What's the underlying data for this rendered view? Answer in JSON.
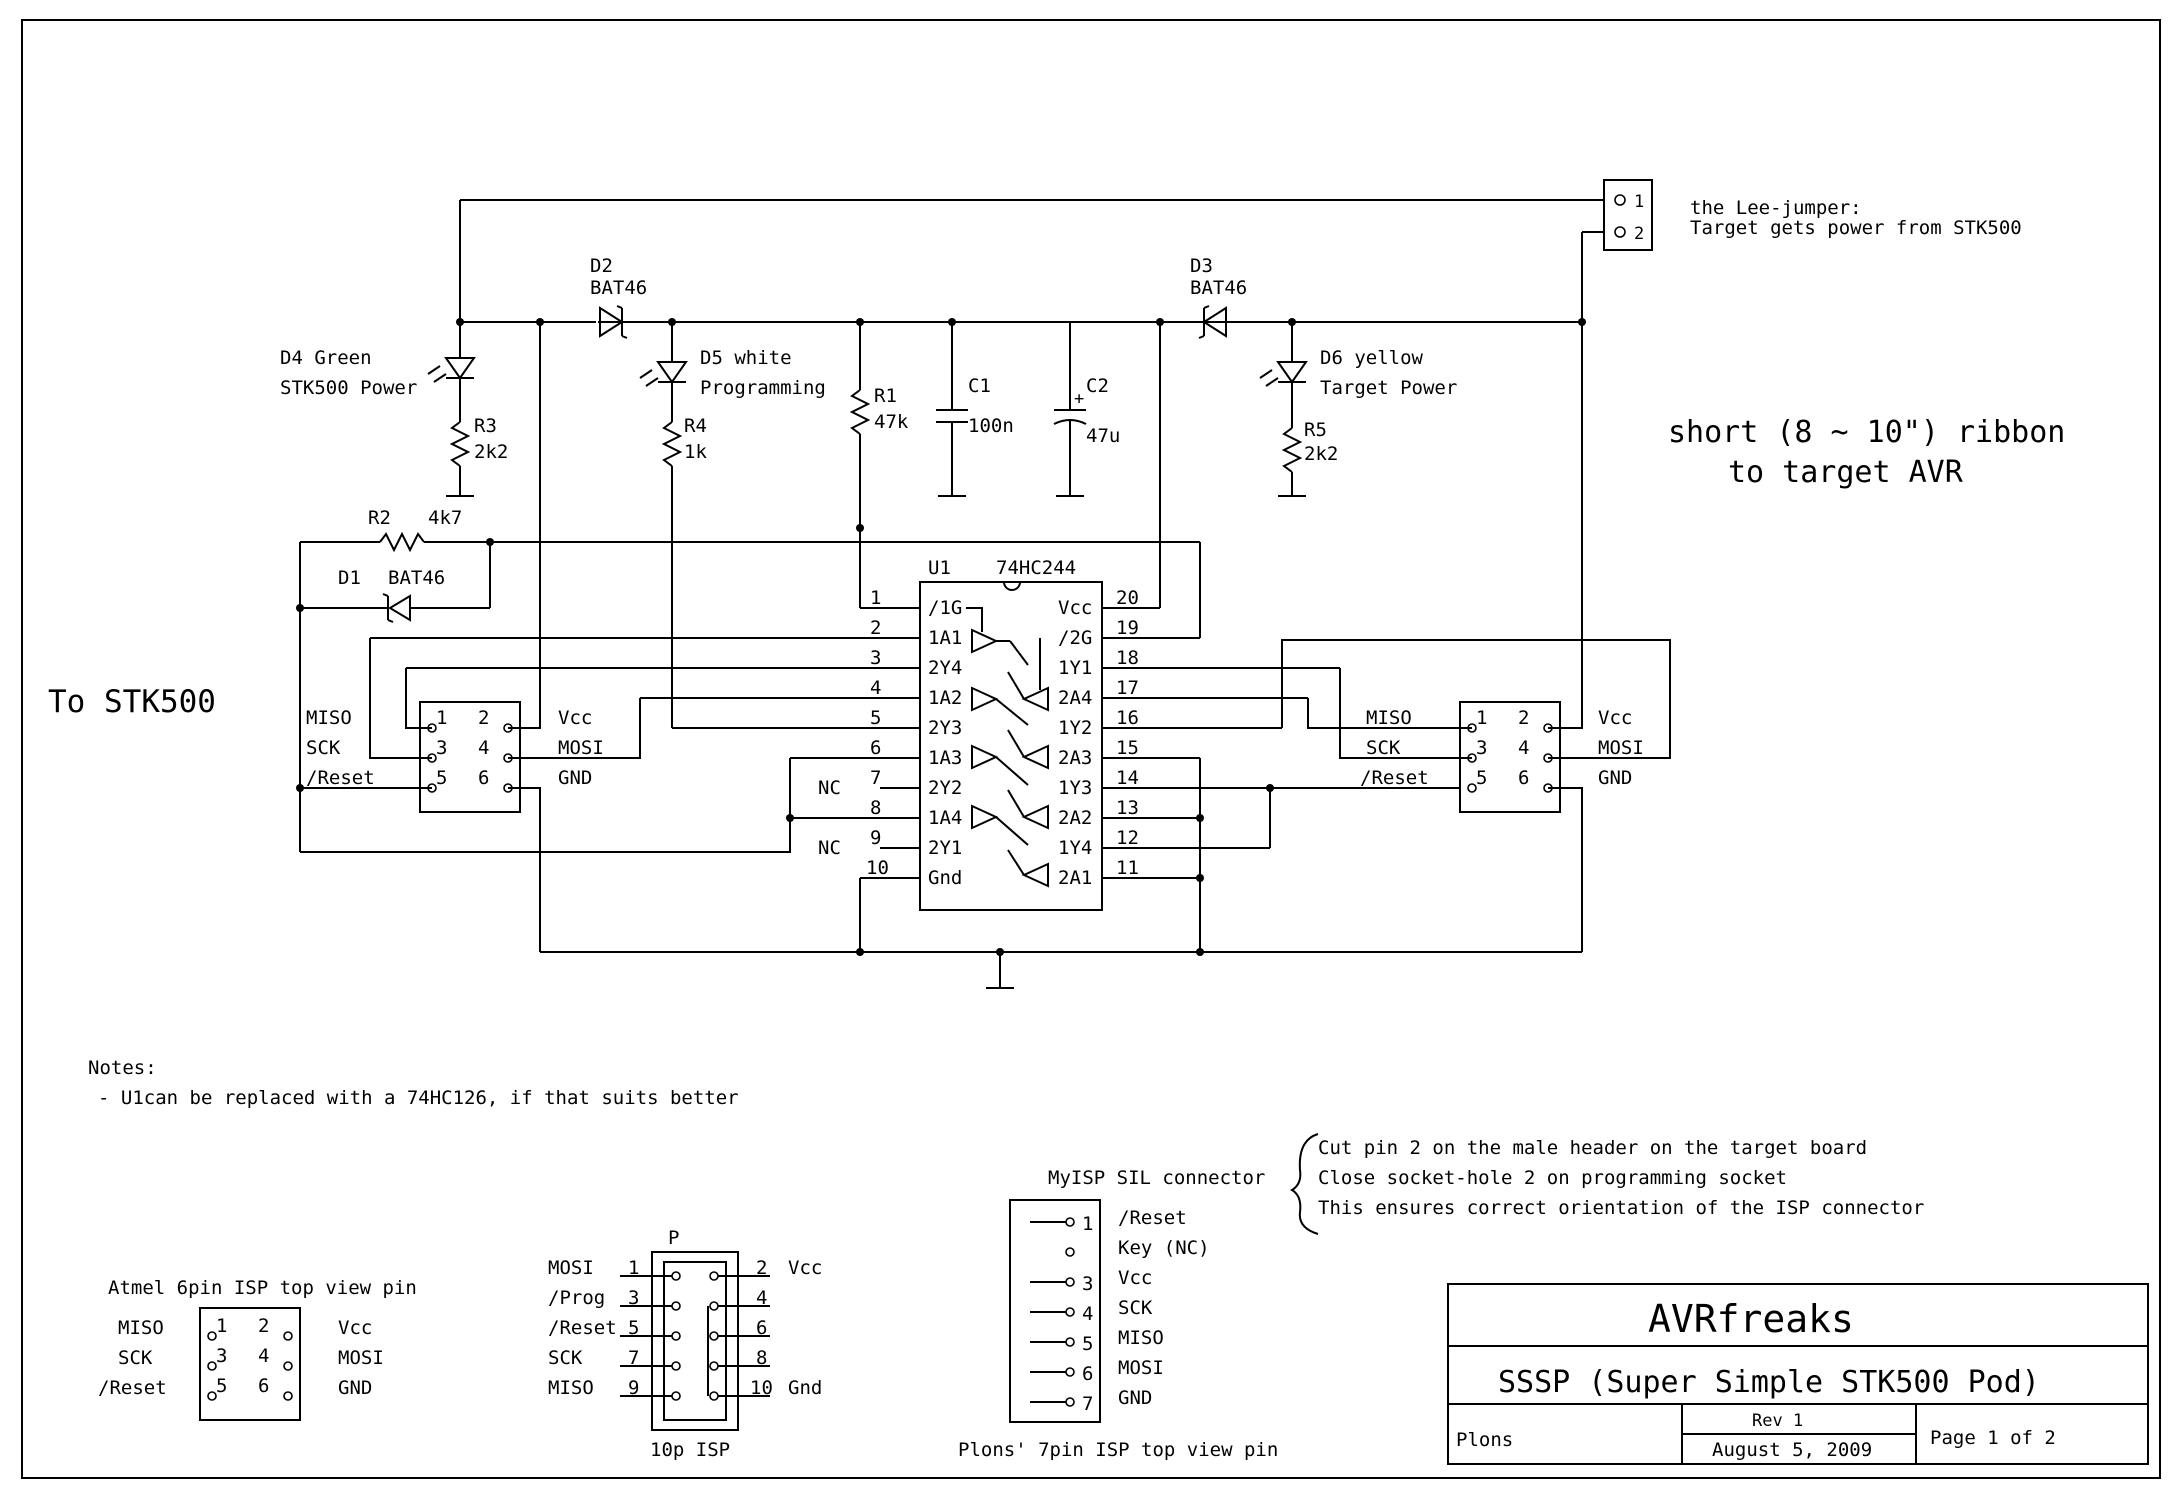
{
  "sheet": {
    "company": "AVRfreaks",
    "title": "SSSP (Super Simple STK500 Pod)",
    "author": "Plons",
    "rev": "Rev 1",
    "date": "August 5, 2009",
    "page": "Page 1 of 2"
  },
  "labels": {
    "to_stk500": "To STK500",
    "ribbon_1": "short (8 ~ 10\") ribbon",
    "ribbon_2": "to target AVR",
    "lee_1": "the Lee-jumper:",
    "lee_2": "Target gets power from STK500",
    "nc": "NC"
  },
  "components": {
    "d4": {
      "ref": "D4 Green",
      "value": "STK500 Power"
    },
    "d5": {
      "ref": "D5 white",
      "value": "Programming"
    },
    "d6": {
      "ref": "D6 yellow",
      "value": "Target Power"
    },
    "d2": {
      "ref": "D2",
      "value": "BAT46"
    },
    "d3": {
      "ref": "D3",
      "value": "BAT46"
    },
    "d1": {
      "ref": "D1",
      "value": "BAT46"
    },
    "r1": {
      "ref": "R1",
      "value": "47k"
    },
    "r2": {
      "ref": "R2",
      "value": "4k7"
    },
    "r3": {
      "ref": "R3",
      "value": "2k2"
    },
    "r4": {
      "ref": "R4",
      "value": "1k"
    },
    "r5": {
      "ref": "R5",
      "value": "2k2"
    },
    "c1": {
      "ref": "C1",
      "value": "100n"
    },
    "c2": {
      "ref": "C2",
      "value": "47u"
    },
    "u1": {
      "ref": "U1",
      "value": "74HC244"
    }
  },
  "ic_left": [
    {
      "num": "1",
      "name": "/1G"
    },
    {
      "num": "2",
      "name": "1A1"
    },
    {
      "num": "3",
      "name": "2Y4"
    },
    {
      "num": "4",
      "name": "1A2"
    },
    {
      "num": "5",
      "name": "2Y3"
    },
    {
      "num": "6",
      "name": "1A3"
    },
    {
      "num": "7",
      "name": "2Y2"
    },
    {
      "num": "8",
      "name": "1A4"
    },
    {
      "num": "9",
      "name": "2Y1"
    },
    {
      "num": "10",
      "name": "Gnd"
    }
  ],
  "ic_right": [
    {
      "num": "20",
      "name": "Vcc"
    },
    {
      "num": "19",
      "name": "/2G"
    },
    {
      "num": "18",
      "name": "1Y1"
    },
    {
      "num": "17",
      "name": "2A4"
    },
    {
      "num": "16",
      "name": "1Y2"
    },
    {
      "num": "15",
      "name": "2A3"
    },
    {
      "num": "14",
      "name": "1Y3"
    },
    {
      "num": "13",
      "name": "2A2"
    },
    {
      "num": "12",
      "name": "1Y4"
    },
    {
      "num": "11",
      "name": "2A1"
    }
  ],
  "header_pins": [
    "1",
    "2",
    "3",
    "4",
    "5",
    "6"
  ],
  "stk_header": {
    "l1": "MISO",
    "l2": "SCK",
    "l3": "/Reset",
    "r1": "Vcc",
    "r2": "MOSI",
    "r3": "GND"
  },
  "tgt_header": {
    "l1": "MISO",
    "l2": "SCK",
    "l3": "/Reset",
    "r1": "Vcc",
    "r2": "MOSI",
    "r3": "GND"
  },
  "jumper_pins": [
    "1",
    "2"
  ],
  "notes": {
    "title": "Notes:",
    "line1": "- U1can be replaced with a 74HC126, if that suits better"
  },
  "atmel6": {
    "title": "Atmel 6pin ISP top view pin",
    "pins": [
      "1",
      "2",
      "3",
      "4",
      "5",
      "6"
    ],
    "l1": "MISO",
    "l2": "SCK",
    "l3": "/Reset",
    "r1": "Vcc",
    "r2": "MOSI",
    "r3": "GND"
  },
  "isp10": {
    "title": "P",
    "caption": "10p ISP",
    "left": [
      {
        "name": "MOSI",
        "num": "1"
      },
      {
        "name": "/Prog",
        "num": "3"
      },
      {
        "name": "/Reset",
        "num": "5"
      },
      {
        "name": "SCK",
        "num": "7"
      },
      {
        "name": "MISO",
        "num": "9"
      }
    ],
    "right": [
      {
        "num": "2",
        "name": "Vcc"
      },
      {
        "num": "4",
        "name": ""
      },
      {
        "num": "6",
        "name": ""
      },
      {
        "num": "8",
        "name": ""
      },
      {
        "num": "10",
        "name": "Gnd"
      }
    ]
  },
  "myisp": {
    "title": "MyISP SIL connector",
    "caption": "Plons' 7pin ISP top view pin",
    "pins": [
      {
        "num": "1",
        "name": "/Reset"
      },
      {
        "num": "",
        "name": "Key (NC)"
      },
      {
        "num": "3",
        "name": "Vcc"
      },
      {
        "num": "4",
        "name": "SCK"
      },
      {
        "num": "5",
        "name": "MISO"
      },
      {
        "num": "6",
        "name": "MOSI"
      },
      {
        "num": "7",
        "name": "GND"
      }
    ],
    "notes": [
      "Cut pin 2 on the male header on the target board",
      "Close socket-hole 2 on programming socket",
      "This ensures correct orientation of the ISP connector"
    ]
  }
}
